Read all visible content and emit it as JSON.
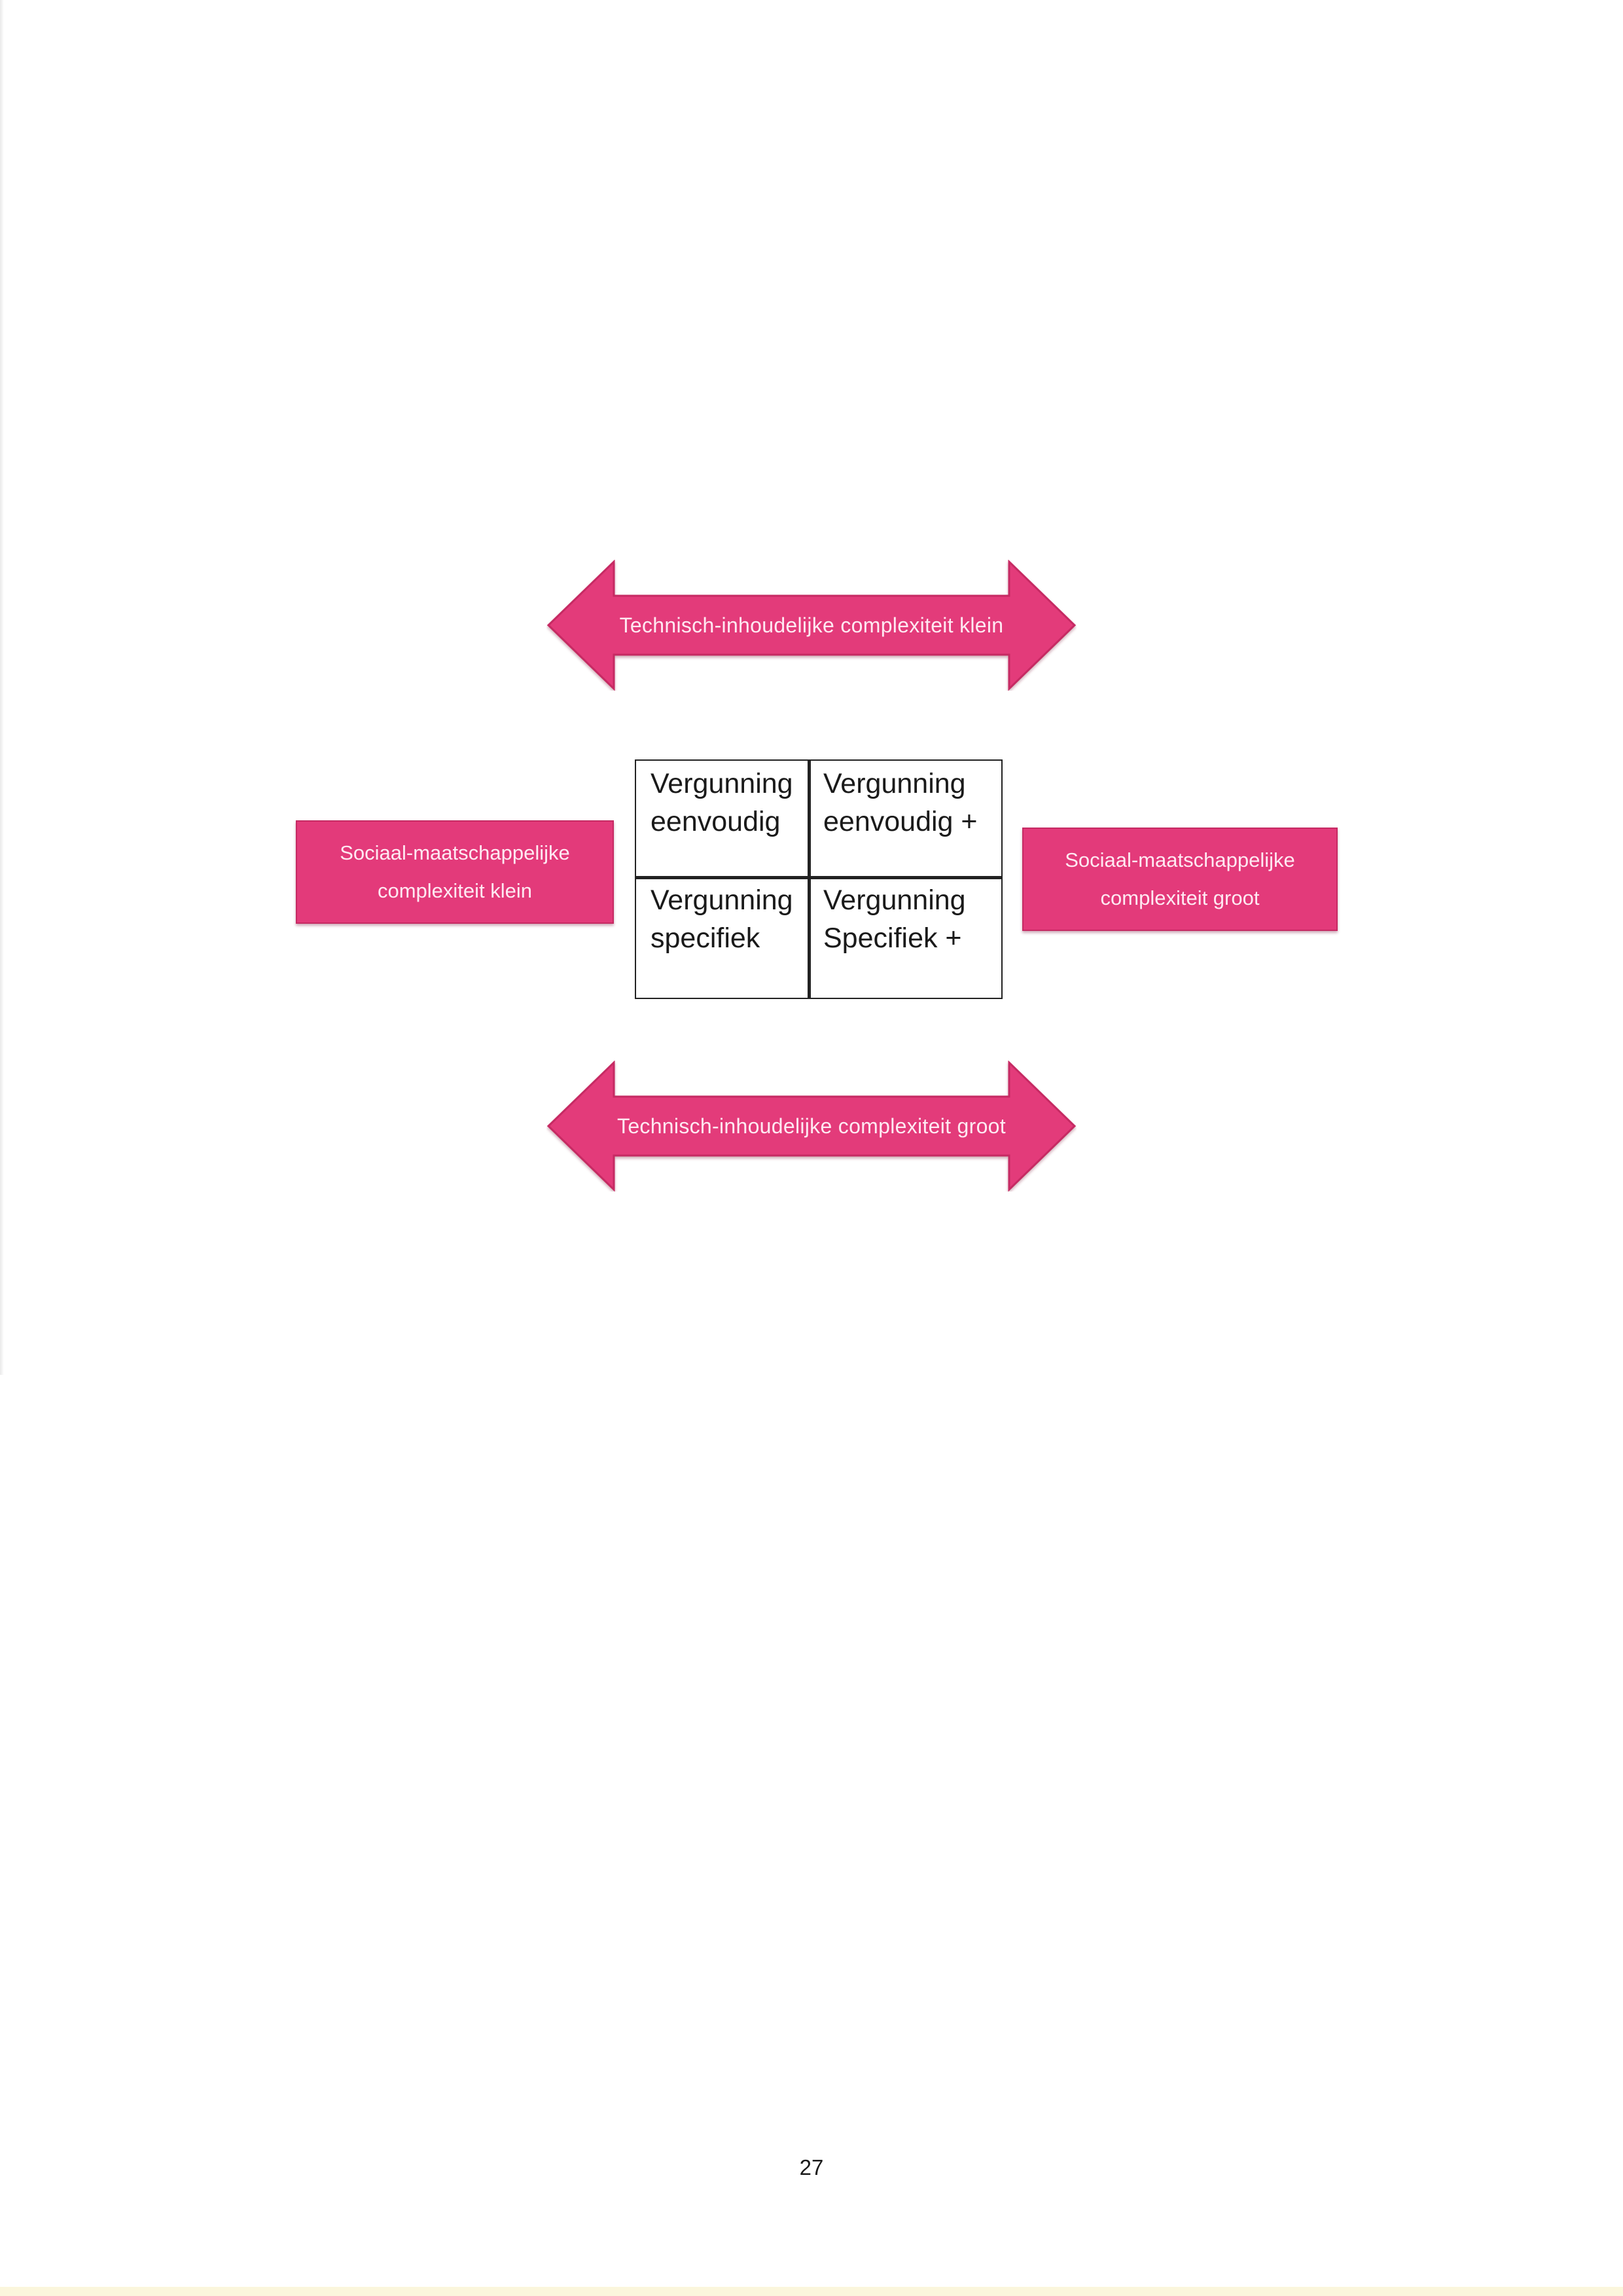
{
  "arrows": {
    "top_label": "Technisch-inhoudelijke complexiteit klein",
    "bottom_label": "Technisch-inhoudelijke complexiteit groot"
  },
  "side_labels": {
    "left": {
      "line1": "Sociaal-maatschappelijke",
      "line2": "complexiteit klein"
    },
    "right": {
      "line1": "Sociaal-maatschappelijke",
      "line2": "complexiteit groot"
    }
  },
  "matrix": {
    "top_left": {
      "line1": "Vergunning",
      "line2": "eenvoudig"
    },
    "top_right": {
      "line1": "Vergunning",
      "line2": "eenvoudig +"
    },
    "bottom_left": {
      "line1": "Vergunning",
      "line2": "specifiek"
    },
    "bottom_right": {
      "line1": "Vergunning",
      "line2": "Specifiek +"
    }
  },
  "page": {
    "number": "27"
  },
  "colors": {
    "accent_fill": "#e33a7a",
    "accent_border": "#c62a63",
    "accent_text": "#ffe9f2",
    "matrix_border": "#222222"
  }
}
